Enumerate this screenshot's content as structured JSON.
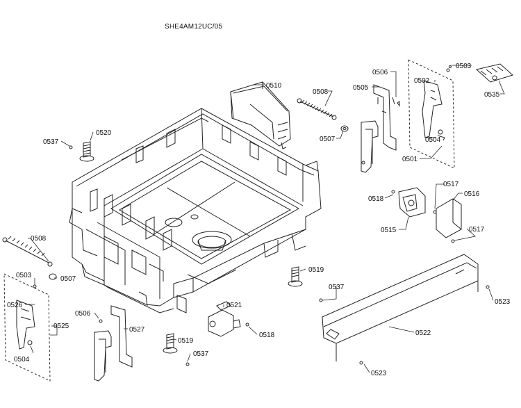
{
  "diagram": {
    "model_code": "SHE4AM12UC/05",
    "callouts": [
      {
        "id": "c0510",
        "text": "0510"
      },
      {
        "id": "c0508a",
        "text": "0508"
      },
      {
        "id": "c0506a",
        "text": "0506"
      },
      {
        "id": "c0505",
        "text": "0505"
      },
      {
        "id": "c0502",
        "text": "0502"
      },
      {
        "id": "c0503a",
        "text": "0503"
      },
      {
        "id": "c0535",
        "text": "0535"
      },
      {
        "id": "c0504a",
        "text": "0504"
      },
      {
        "id": "c0501",
        "text": "0501"
      },
      {
        "id": "c0507a",
        "text": "0507"
      },
      {
        "id": "c0537a",
        "text": "0537"
      },
      {
        "id": "c0520",
        "text": "0520"
      },
      {
        "id": "c0518a",
        "text": "0518"
      },
      {
        "id": "c0517a",
        "text": "0517"
      },
      {
        "id": "c0516",
        "text": "0516"
      },
      {
        "id": "c0515",
        "text": "0515"
      },
      {
        "id": "c0517b",
        "text": "0517"
      },
      {
        "id": "c0508b",
        "text": "0508"
      },
      {
        "id": "c0503b",
        "text": "0503"
      },
      {
        "id": "c0507b",
        "text": "0507"
      },
      {
        "id": "c0526",
        "text": "0526"
      },
      {
        "id": "c0525",
        "text": "0525"
      },
      {
        "id": "c0504b",
        "text": "0504"
      },
      {
        "id": "c0506b",
        "text": "0506"
      },
      {
        "id": "c0527",
        "text": "0527"
      },
      {
        "id": "c0519a",
        "text": "0519"
      },
      {
        "id": "c0537b",
        "text": "0537"
      },
      {
        "id": "c0521",
        "text": "0521"
      },
      {
        "id": "c0518b",
        "text": "0518"
      },
      {
        "id": "c0519b",
        "text": "0519"
      },
      {
        "id": "c0537c",
        "text": "0537"
      },
      {
        "id": "c0523a",
        "text": "0523"
      },
      {
        "id": "c0522",
        "text": "0522"
      },
      {
        "id": "c0523b",
        "text": "0523"
      }
    ]
  }
}
